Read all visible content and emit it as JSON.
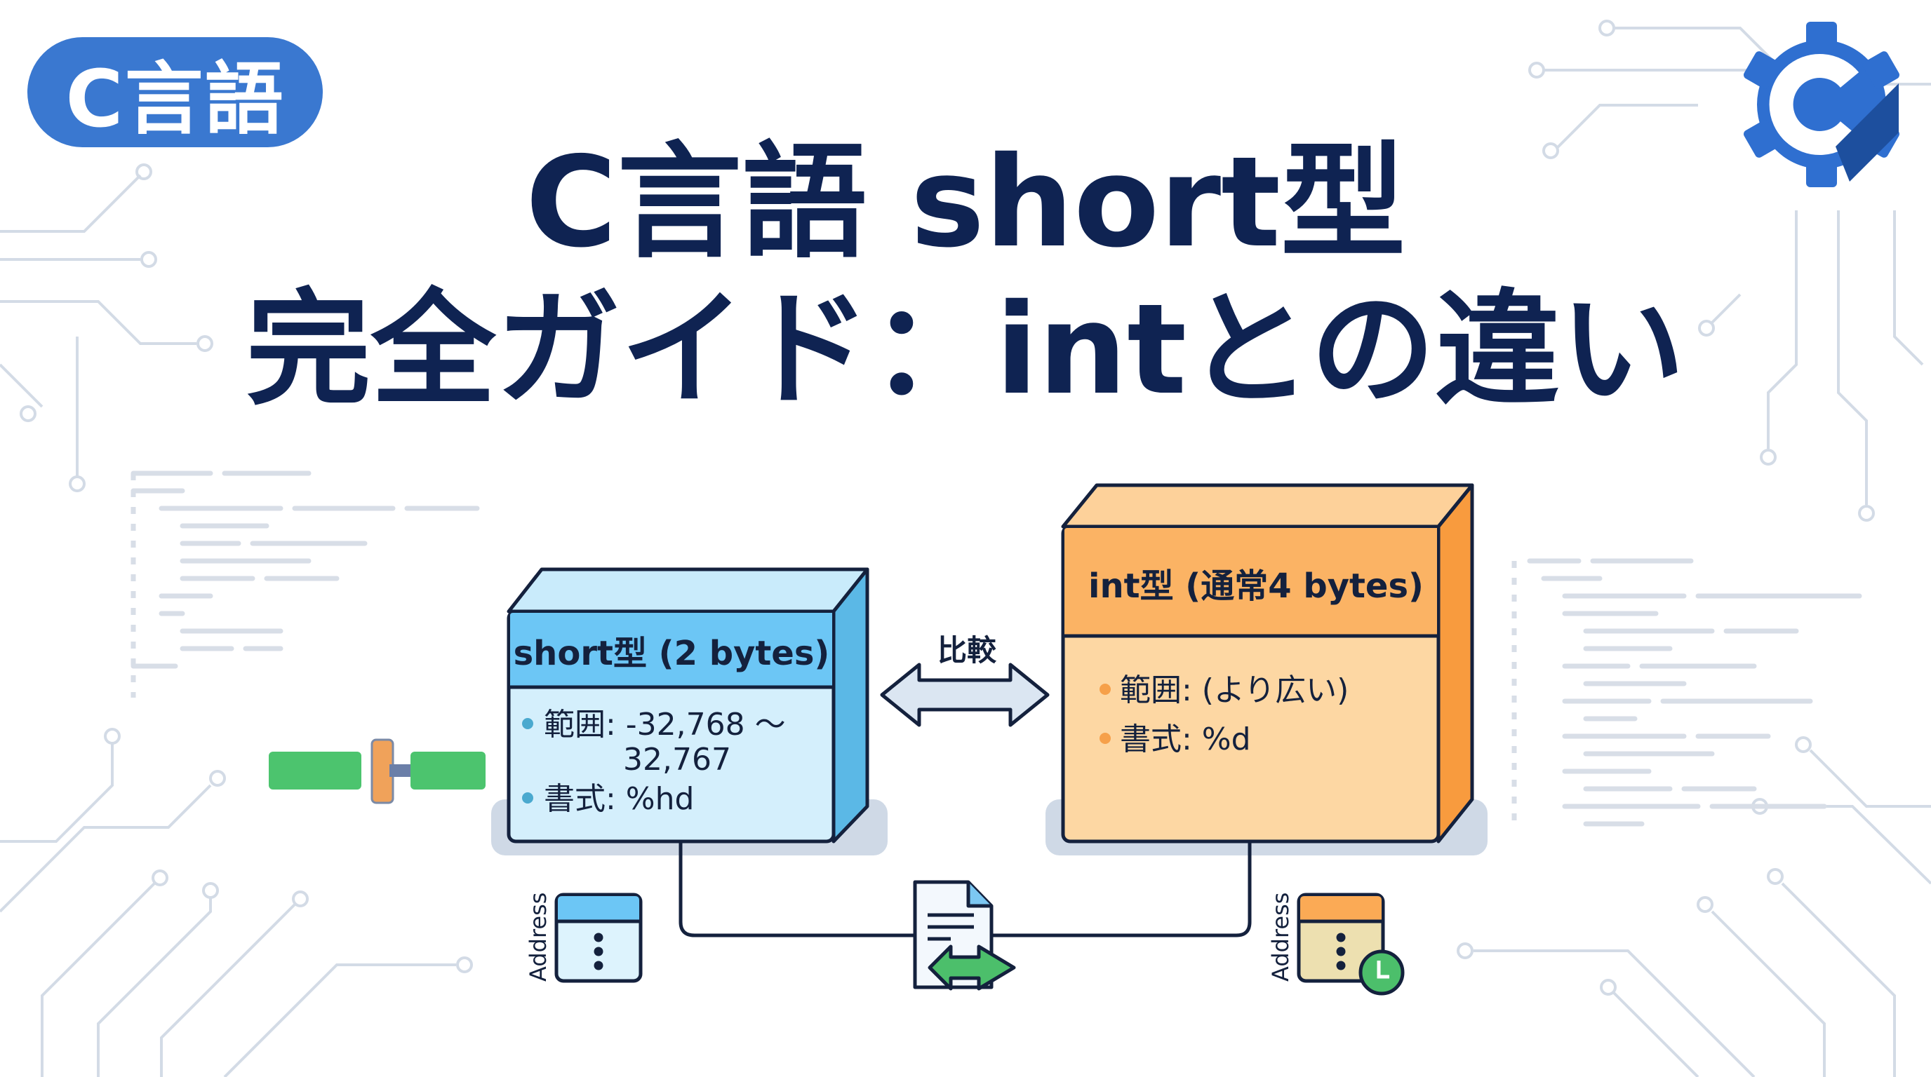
{
  "badge": {
    "label": "C言語"
  },
  "title": {
    "line1": "C言語 short型",
    "line2": "完全ガイド：intとの違い"
  },
  "short_box": {
    "header": "short型 (2 bytes)",
    "range_label": "範囲: -32,768 〜",
    "range_cont": "32,767",
    "format_label": "書式: %hd"
  },
  "int_box": {
    "header": "int型 (通常4 bytes)",
    "range_label": "範囲: (より広い)",
    "format_label": "書式: %d"
  },
  "compare": {
    "label": "比較"
  },
  "address": {
    "left_label": "Address",
    "right_label": "Address"
  },
  "colors": {
    "navy": "#0f2352",
    "short_header": "#6cc6f5",
    "short_body": "#d4effc",
    "int_header": "#fbb364",
    "int_body": "#fdd7a3",
    "accent_green": "#4cbf6b",
    "badge_blue": "#3a78d0"
  }
}
